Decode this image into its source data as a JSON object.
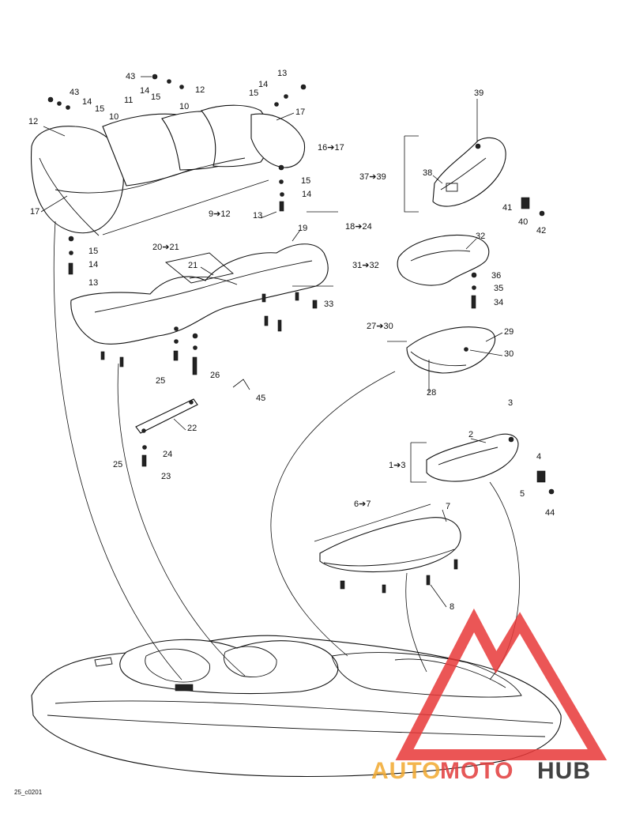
{
  "diagram_ref": "25_c0201",
  "watermark": {
    "text_a": "AUTO",
    "text_b": "MOTO",
    "text_c": "HUB",
    "color_a": "#f2a92f",
    "color_b": "#e23b3b",
    "color_c": "#222222",
    "triangle_color": "#e83838"
  },
  "callouts": {
    "c1_3": "1➔3",
    "c2": "2",
    "c3": "3",
    "c4": "4",
    "c5": "5",
    "c6_7": "6➔7",
    "c7": "7",
    "c8": "8",
    "c9_12": "9➔12",
    "c10a": "10",
    "c10b": "10",
    "c11": "11",
    "c12a": "12",
    "c12b": "12",
    "c13a": "13",
    "c13b": "13",
    "c13c": "13",
    "c14a": "14",
    "c14b": "14",
    "c14c": "14",
    "c14d": "14",
    "c14e": "14",
    "c15a": "15",
    "c15b": "15",
    "c15c": "15",
    "c15d": "15",
    "c15e": "15",
    "c16_17": "16➔17",
    "c17a": "17",
    "c17b": "17",
    "c18_24": "18➔24",
    "c19": "19",
    "c20_21": "20➔21",
    "c21": "21",
    "c22": "22",
    "c23": "23",
    "c24": "24",
    "c25a": "25",
    "c25b": "25",
    "c26": "26",
    "c27_30": "27➔30",
    "c28": "28",
    "c29": "29",
    "c30": "30",
    "c31_32": "31➔32",
    "c32": "32",
    "c33": "33",
    "c34": "34",
    "c35": "35",
    "c36": "36",
    "c37_39": "37➔39",
    "c38": "38",
    "c39": "39",
    "c40": "40",
    "c41": "41",
    "c42": "42",
    "c43": "43",
    "c44": "44",
    "c45": "45"
  }
}
